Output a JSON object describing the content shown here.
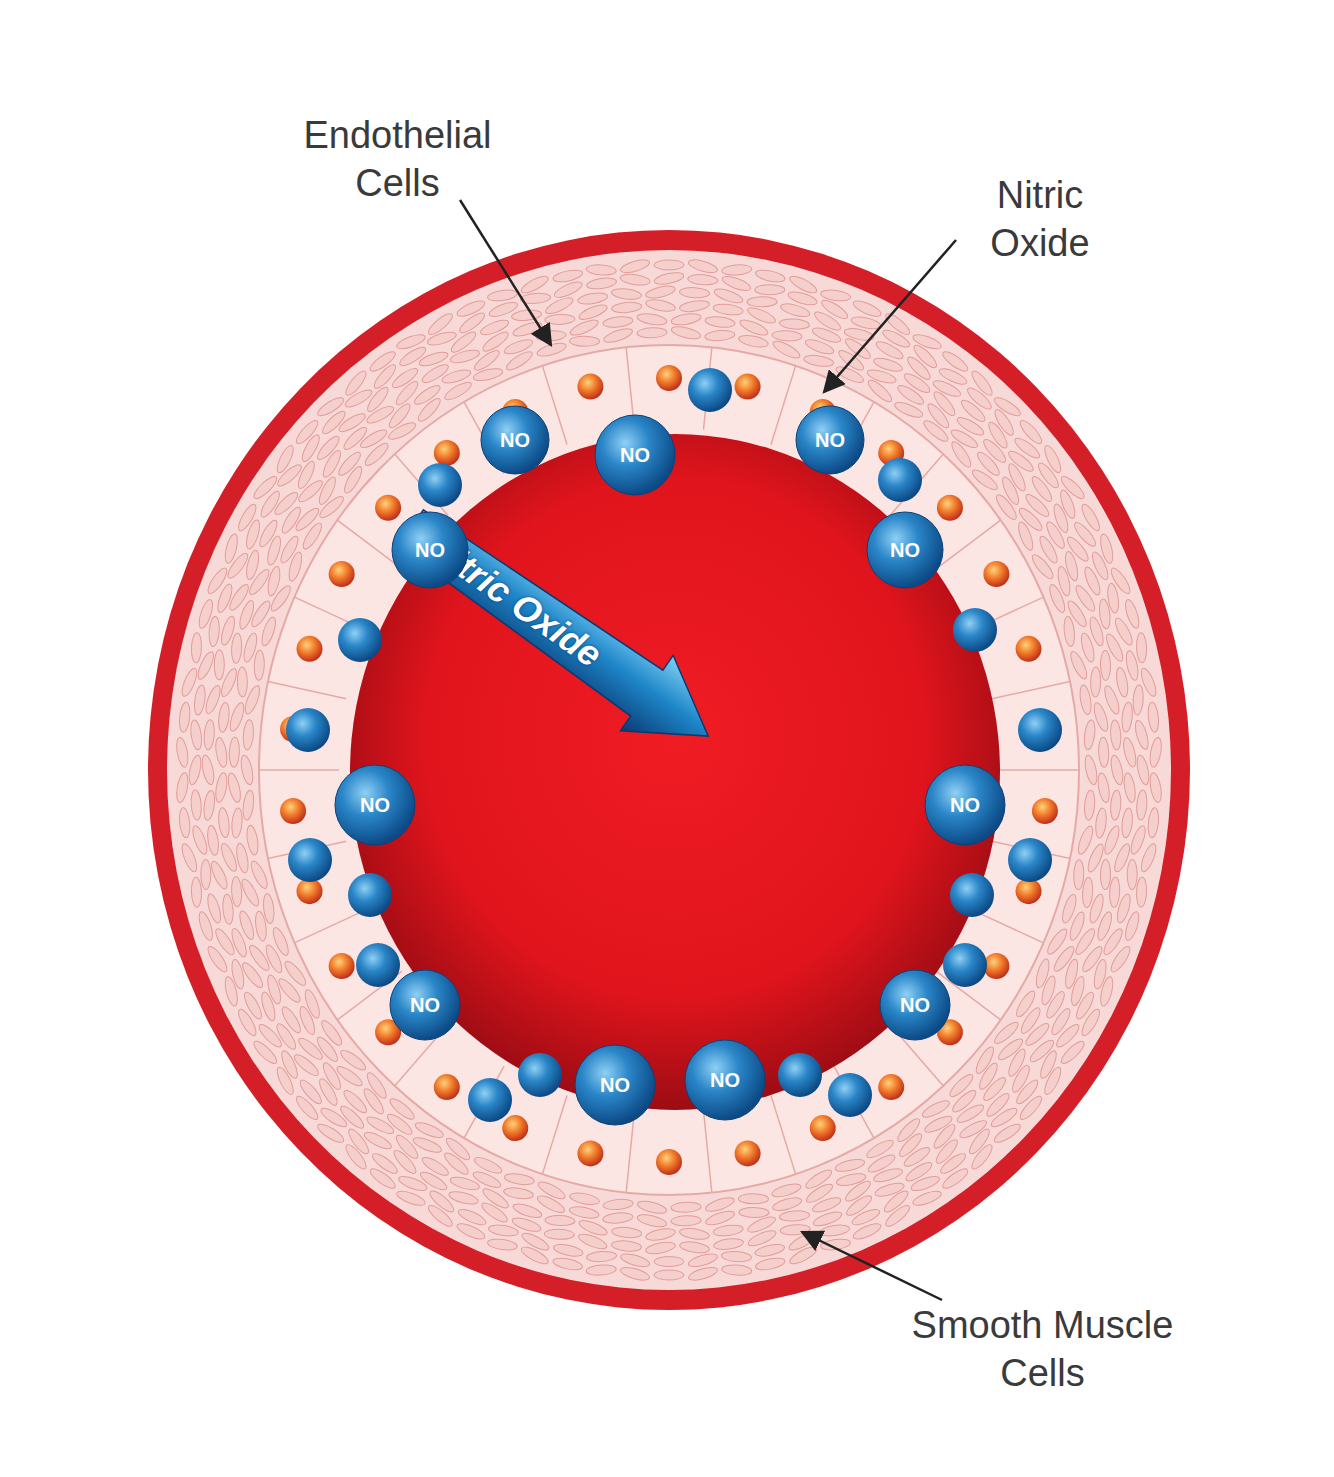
{
  "diagram": {
    "nodes": [
      {
        "text": [
          "Nitric Oxide"
        ]
      },
      {
        "text": [
          "NO"
        ]
      },
      {
        "text": [
          "NO"
        ]
      },
      {
        "text": [
          "NO"
        ]
      },
      {
        "text": [
          "NO"
        ]
      },
      {
        "text": [
          "NO"
        ]
      },
      {
        "text": [
          "NO"
        ]
      },
      {
        "text": [
          "NO"
        ]
      },
      {
        "text": [
          "NO"
        ]
      },
      {
        "text": [
          "NO"
        ]
      },
      {
        "text": [
          "NO"
        ]
      },
      {
        "text": [
          "NO"
        ]
      }
    ],
    "labels": [
      "Endothelial Cells",
      "Nitric Oxide",
      "Smooth Muscle Cells"
    ]
  }
}
